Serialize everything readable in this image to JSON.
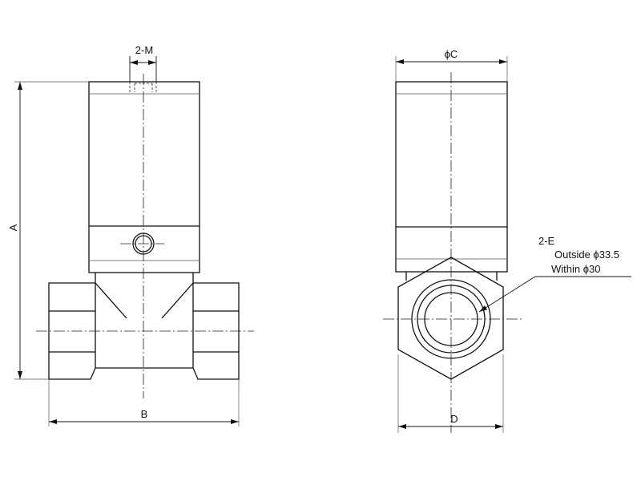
{
  "labels": {
    "m": "2-M",
    "a": "A",
    "b": "B",
    "c": "ϕC",
    "d": "D",
    "e": "2-E",
    "outside": "Outside  ϕ33.5",
    "within": "Within ϕ30"
  }
}
